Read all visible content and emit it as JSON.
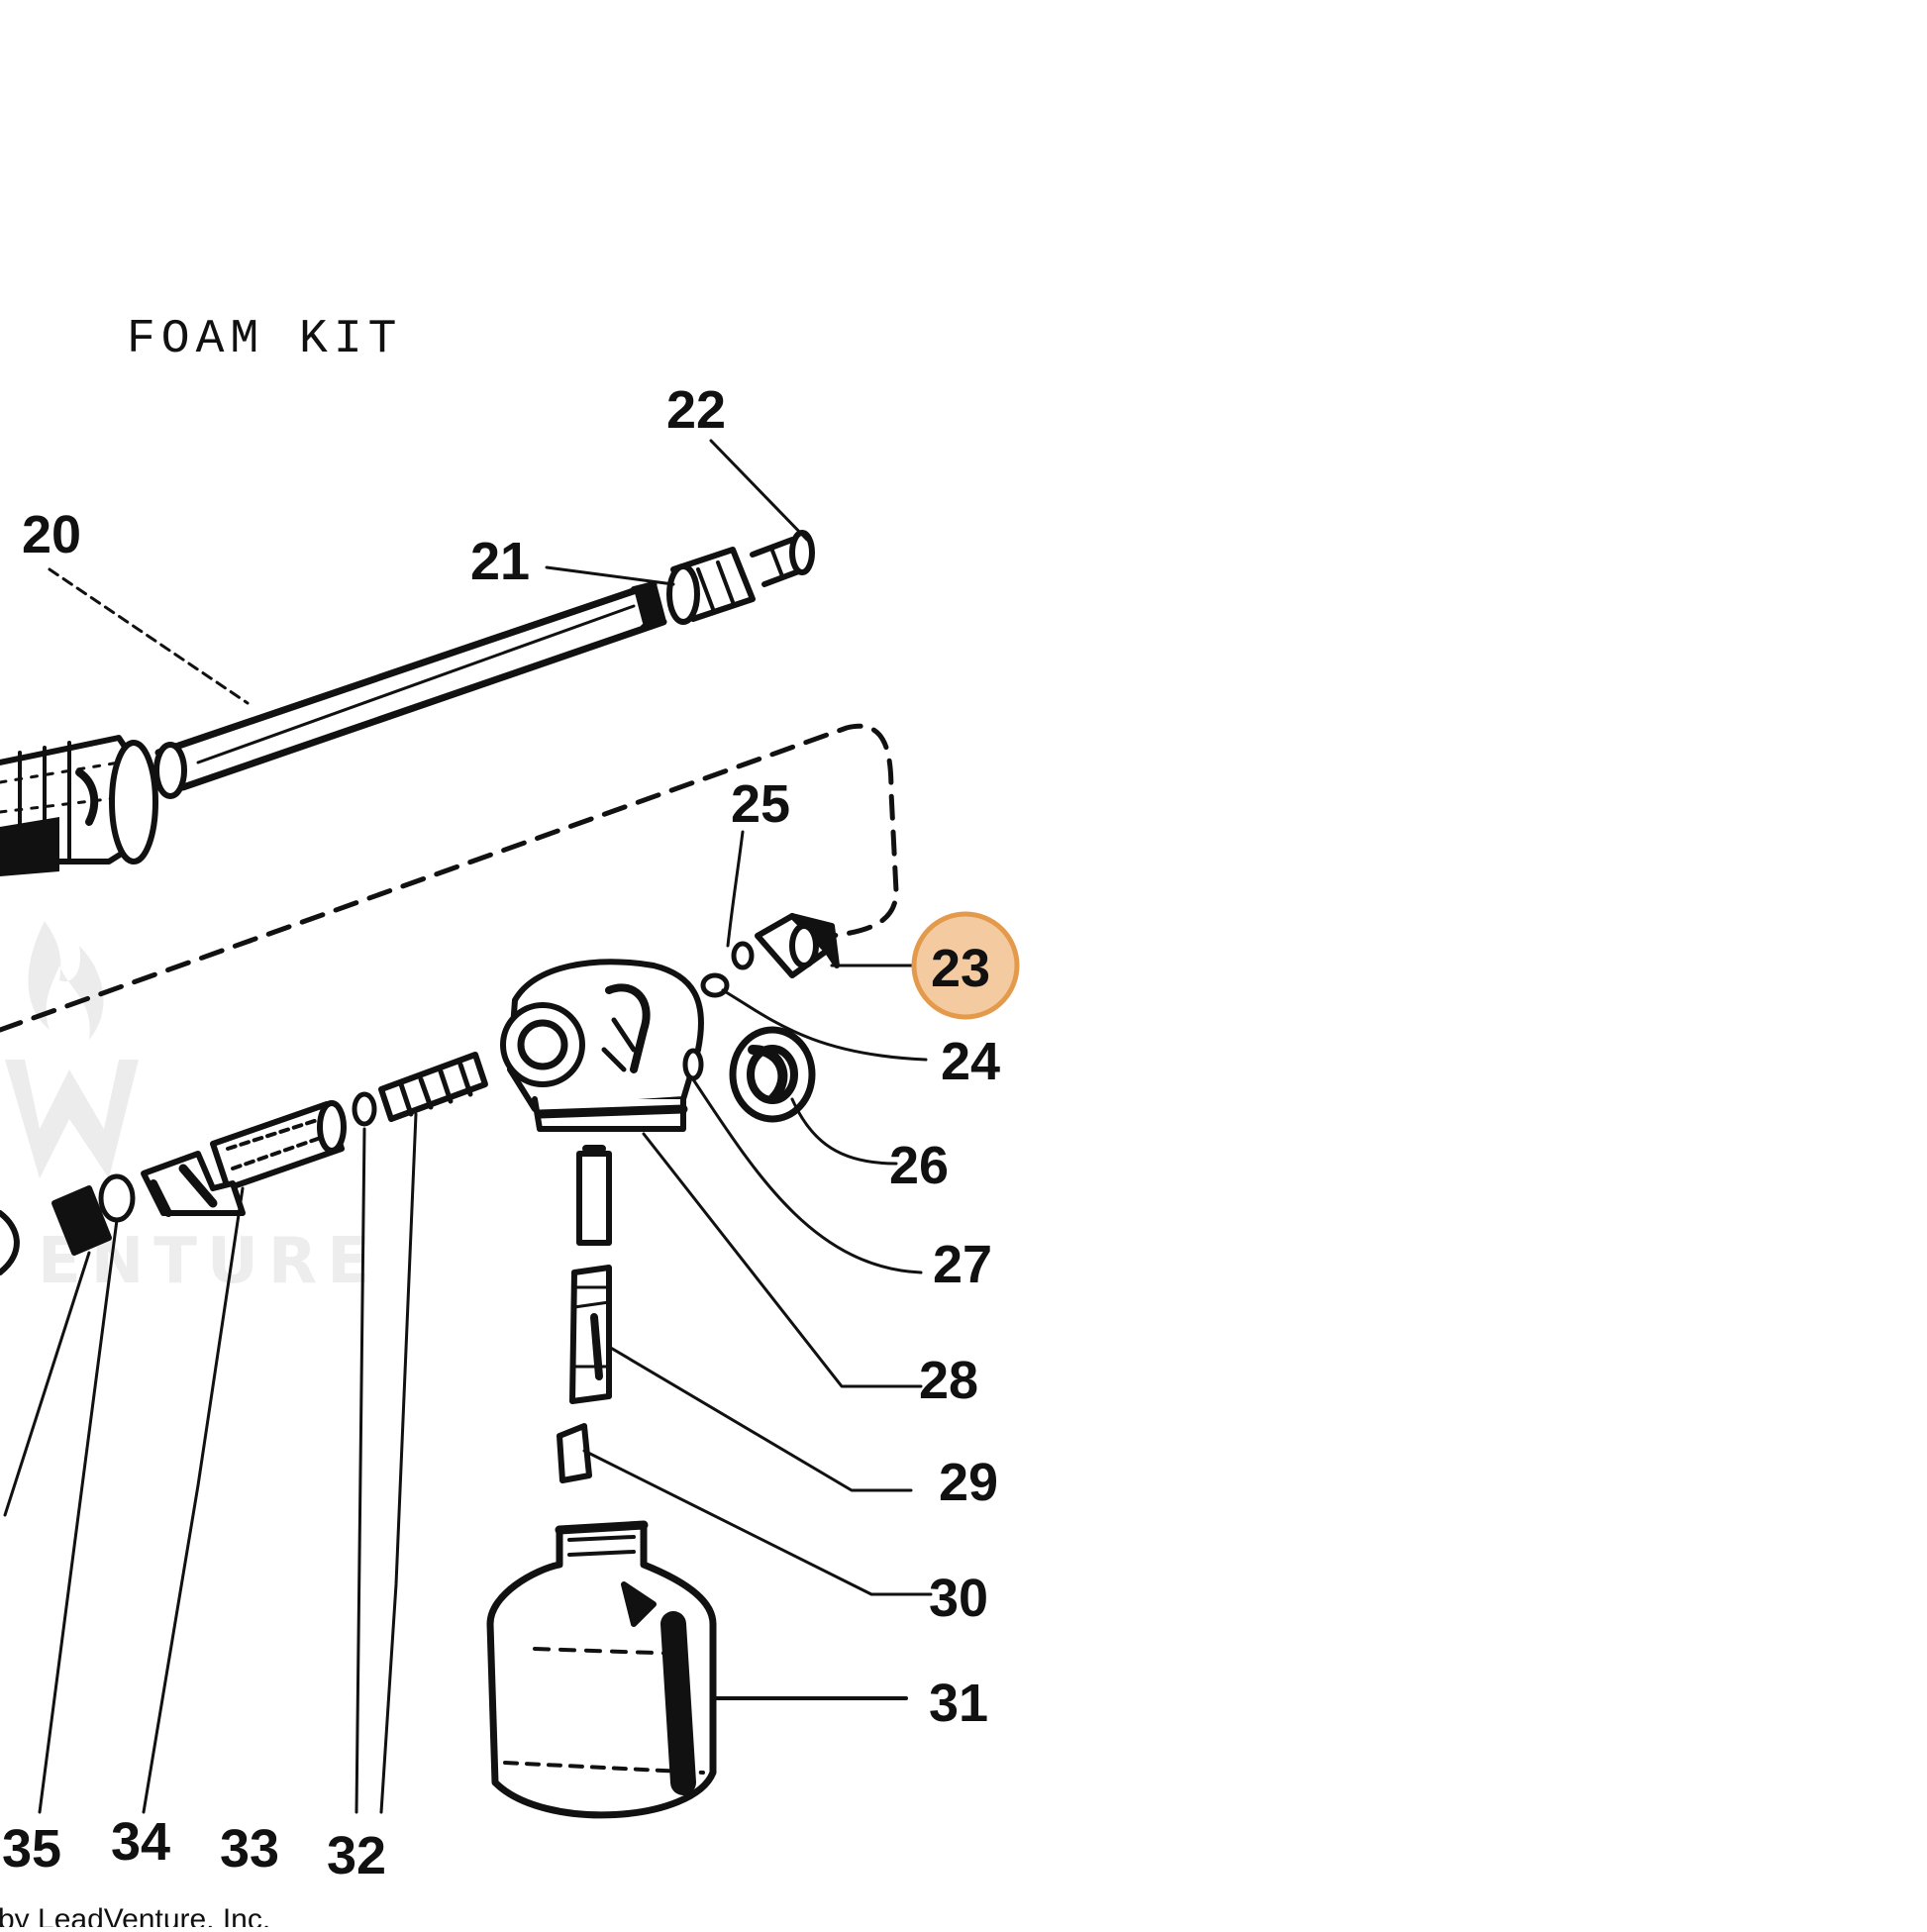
{
  "diagram": {
    "title": "FOAM KIT",
    "copyright": "by LeadVenture, Inc.",
    "watermark": "ENTURE",
    "highlighted_callout": "23",
    "highlight_color": "#e39a4b",
    "highlight_fill": "#f4cba0",
    "callouts": [
      "20",
      "21",
      "22",
      "23",
      "24",
      "25",
      "26",
      "27",
      "28",
      "29",
      "30",
      "31",
      "32",
      "33",
      "34",
      "35"
    ]
  }
}
